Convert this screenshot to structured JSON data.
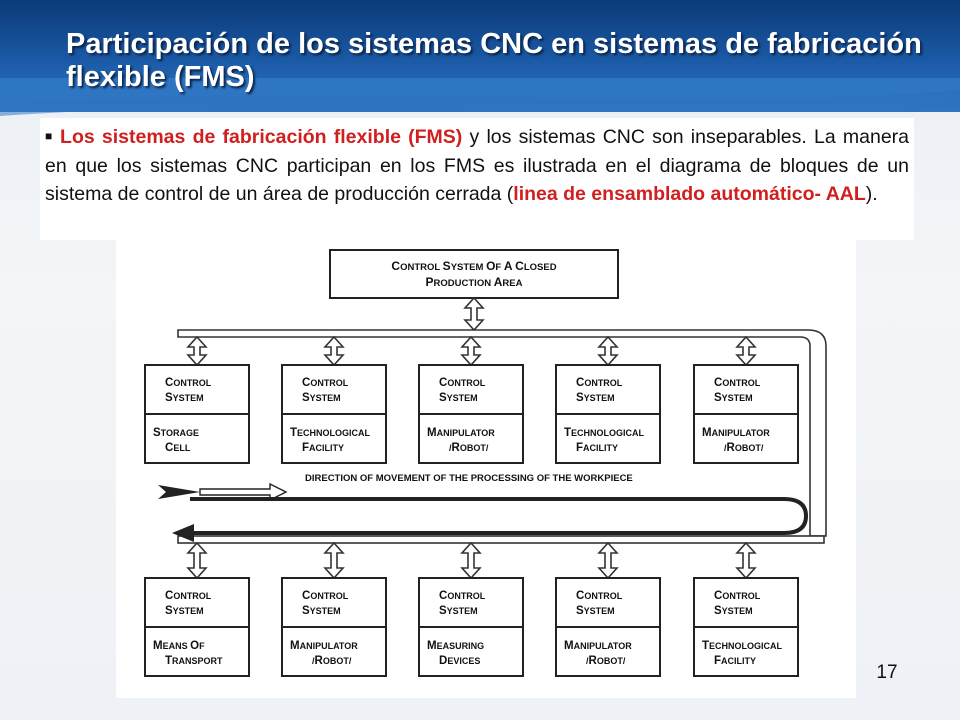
{
  "slide": {
    "title": "Participación de los sistemas CNC en sistemas de fabricación flexible (FMS)",
    "body": {
      "red_intro": "Los sistemas de fabricación flexible (FMS)",
      "text_1": " y los sistemas CNC son inseparables. La manera en que los sistemas CNC participan en los FMS es ilustrada en el diagrama de bloques de un sistema de control de un área de producción cerrada (",
      "red_highlight": "linea de ensamblado automático- AAL",
      "text_2": ")."
    },
    "page_number": "17"
  },
  "diagram": {
    "top_box": [
      "Control system of a closed",
      "production area"
    ],
    "flow_label": "direction of movement of the processing of the workpiece",
    "control_label": [
      "Control",
      "system"
    ],
    "top_row": [
      [
        "Storage",
        "cell"
      ],
      [
        "Technological",
        "facility"
      ],
      [
        "Manipulator",
        "/robot/"
      ],
      [
        "Technological",
        "facility"
      ],
      [
        "Manipulator",
        "/robot/"
      ]
    ],
    "bottom_row": [
      [
        "Means of",
        "transport"
      ],
      [
        "Manipulator",
        "/robot/"
      ],
      [
        "Measuring",
        "devices"
      ],
      [
        "Manipulator",
        "/robot/"
      ],
      [
        "Technological",
        "facility"
      ]
    ]
  },
  "colors": {
    "header_dark": "#0b3a78",
    "header_light": "#2f76c2",
    "highlight_red": "#d11f1f"
  }
}
